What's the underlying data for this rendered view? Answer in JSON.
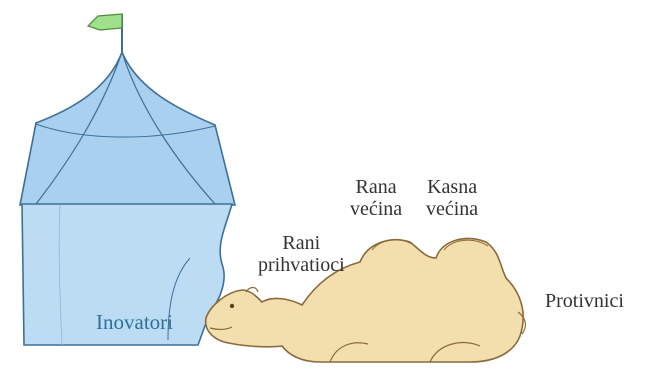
{
  "labels": {
    "innovators": "Inovatori",
    "early_adopters": [
      "Rani",
      "prihvatioci"
    ],
    "early_majority": [
      "Rana",
      "većina"
    ],
    "late_majority": [
      "Kasna",
      "većina"
    ],
    "laggards": "Protivnici"
  },
  "colors": {
    "tent_fill": "#bcdcf3",
    "tent_roof": "#a9d0ee",
    "tent_stroke": "#3e6f99",
    "flag": "#9fe08a",
    "camel_fill": "#f3dfae",
    "camel_stroke": "#8a6a3a",
    "innovators_text": "#2f6f9a",
    "label_text": "#333333"
  },
  "icons": {
    "tent": "tent-icon",
    "camel": "camel-icon",
    "flag": "flag-icon"
  }
}
